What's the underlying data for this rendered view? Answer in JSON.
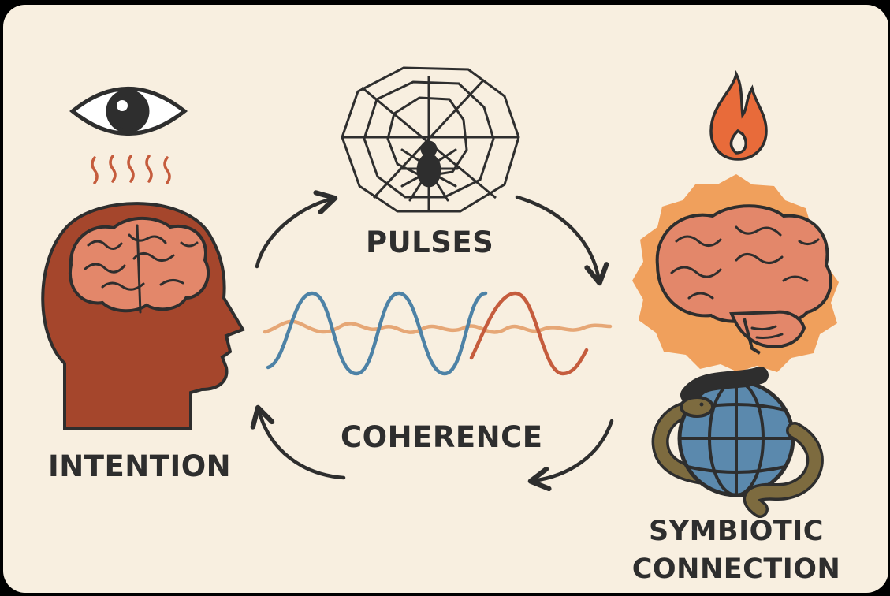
{
  "labels": {
    "pulses": "PULSES",
    "coherence": "COHERENCE",
    "intention": "INTENTION",
    "symbiotic_line1": "SYMBIOTIC",
    "symbiotic_line2": "CONNECTION"
  },
  "icons": [
    "eye-icon",
    "heat-waves-icon",
    "head-silhouette-icon",
    "brain-icon",
    "spider-web-icon",
    "spider-icon",
    "wave-icon",
    "fire-icon",
    "glowing-brain-icon",
    "globe-icon",
    "snake-icon",
    "cycle-arrow-icon"
  ],
  "colors": {
    "background": "#f8efe0",
    "head": "#a5462c",
    "brain": "#e3876a",
    "wave_blue": "#4d82a6",
    "wave_orange": "#e6a776",
    "wave_red": "#c55c3d",
    "fire": "#e86b3a",
    "glow": "#f0a05c",
    "globe": "#5b89ad",
    "snake": "#7d6b3f",
    "ink": "#2e2e2e"
  }
}
